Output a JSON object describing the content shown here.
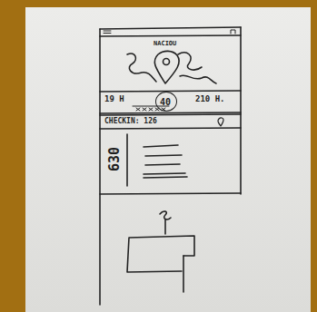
{
  "diagram": {
    "nodes": [
      {
        "text": [
          "NACIOU"
        ]
      },
      {
        "text": [
          "19 H",
          "210 H."
        ]
      },
      {
        "text": [
          "40"
        ],
        "in": 1
      },
      {
        "text": [
          "CHECKIN: 126"
        ]
      },
      {
        "text": [
          "630"
        ]
      }
    ]
  }
}
